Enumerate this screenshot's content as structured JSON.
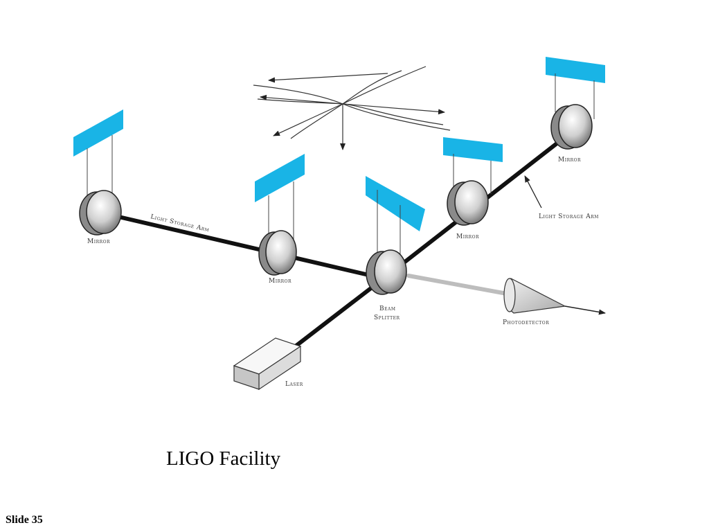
{
  "diagram": {
    "labels": {
      "mirror_far_left": "Mirror",
      "mirror_near_left": "Mirror",
      "mirror_near_right": "Mirror",
      "mirror_far_right": "Mirror",
      "light_storage_arm_left": "Light Storage Arm",
      "light_storage_arm_right": "Light Storage Arm",
      "beam_splitter_line1": "Beam",
      "beam_splitter_line2": "Splitter",
      "photodetector": "Photodetector",
      "laser": "Laser"
    },
    "colors": {
      "mirror_pad": "#19b4e6",
      "beam": "#111111",
      "output_beam": "#bfbfbf"
    }
  },
  "caption": "LIGO Facility",
  "slide_number": "Slide 35"
}
